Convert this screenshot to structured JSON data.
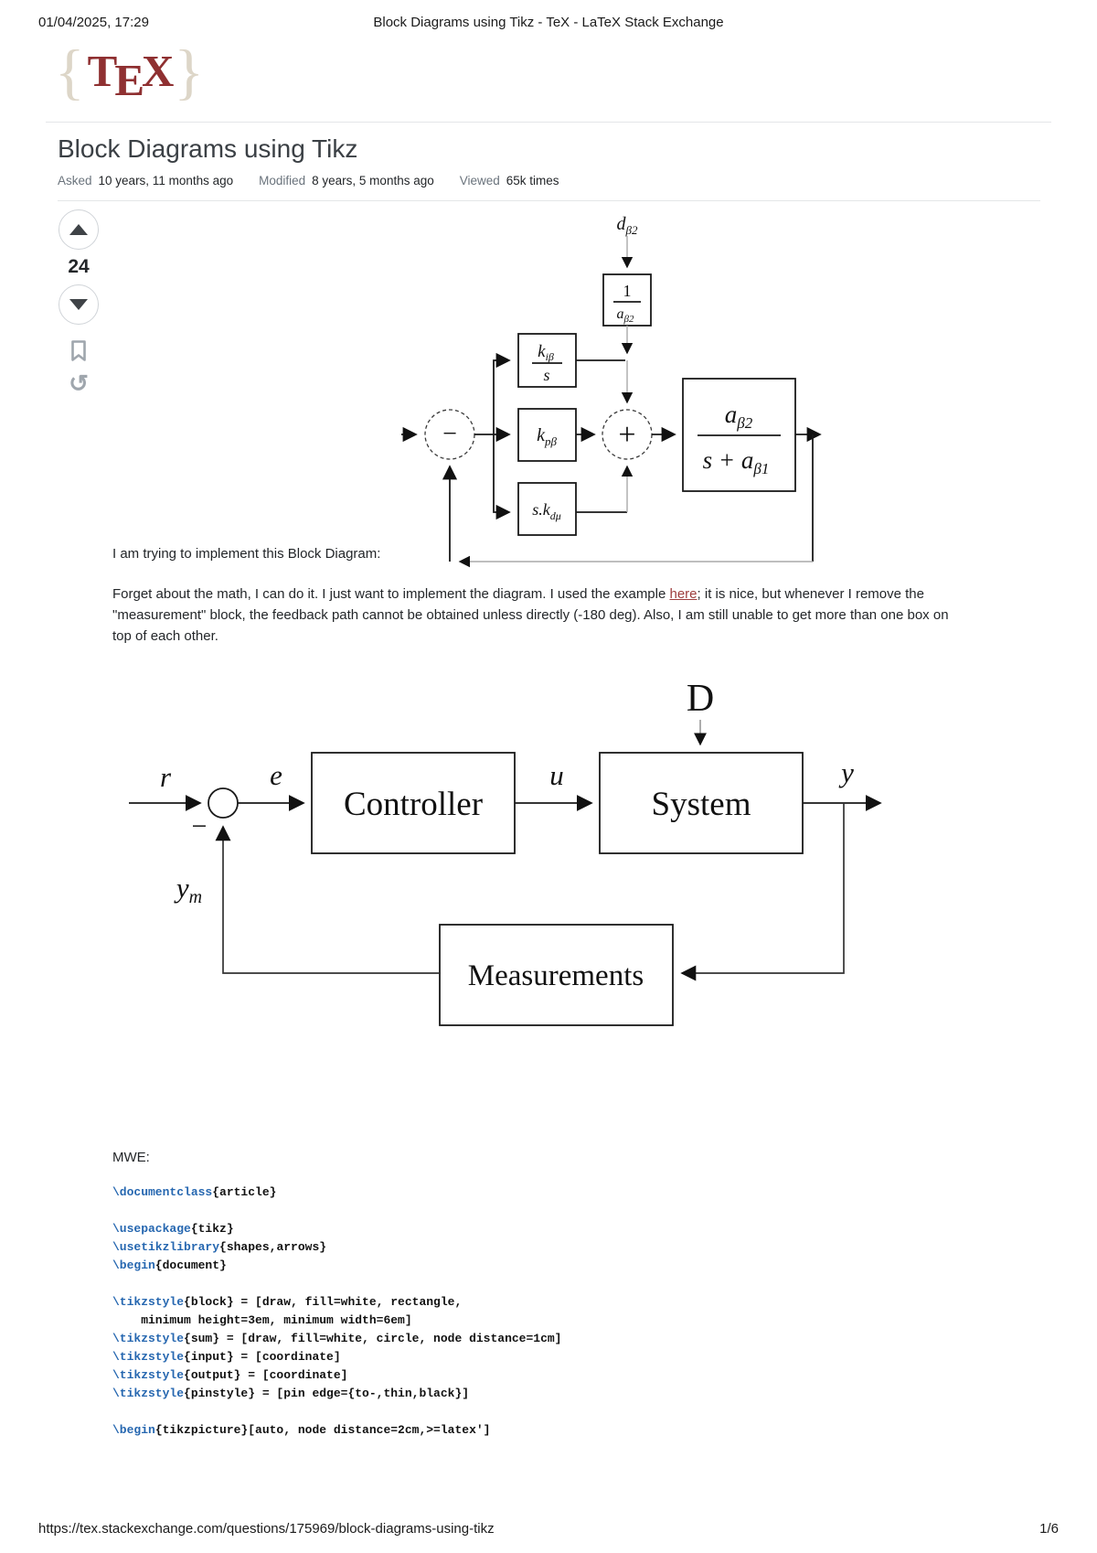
{
  "print_header": {
    "datetime": "01/04/2025, 17:29",
    "title": "Block Diagrams using Tikz - TeX - LaTeX Stack Exchange"
  },
  "logo": {
    "brace_left": "{",
    "tex_t": "T",
    "tex_e": "E",
    "tex_x": "X",
    "brace_right": "}"
  },
  "question": {
    "title": "Block Diagrams using Tikz",
    "stats": [
      {
        "label": "Asked",
        "value": "10 years, 11 months ago"
      },
      {
        "label": "Modified",
        "value": "8 years, 5 months ago"
      },
      {
        "label": "Viewed",
        "value": "65k times"
      }
    ],
    "vote_count": "24"
  },
  "body": {
    "intro": "I am trying to implement this Block Diagram:",
    "para_line1_pre": "Forget about the math, I can do it. I just want to implement the diagram. I used the example ",
    "link_text": "here",
    "para_line1_post": "; it is nice, but whenever I remove the",
    "para_line2": "\"measurement\" block, the feedback path cannot be obtained unless directly (-180 deg). Also, I am still unable to get more than one box on",
    "para_line3": "top of each other.",
    "mwe_label": "MWE:"
  },
  "diagram1": {
    "disturbance": {
      "base": "d",
      "sub": "β2"
    },
    "gain_block": {
      "num": "1",
      "den_base": "a",
      "den_sub": "β2"
    },
    "integral_block": {
      "num_base": "k",
      "num_sub": "iβ",
      "den": "s"
    },
    "proportional_block": {
      "base": "k",
      "sub": "pβ"
    },
    "derivative_block": {
      "base": "s.k",
      "sub": "dμ"
    },
    "plant_block": {
      "num_base": "a",
      "num_sub": "β2",
      "den_base": "s + a",
      "den_sub": "β1"
    },
    "sum_minus": "−",
    "sum_plus": "+"
  },
  "diagram2": {
    "disturbance": "D",
    "reference": "r",
    "error": "e",
    "control": "u",
    "output": "y",
    "measured": {
      "base": "y",
      "sub": "m"
    },
    "minus": "−",
    "controller": "Controller",
    "system": "System",
    "measurements": "Measurements"
  },
  "code": {
    "lines": [
      [
        {
          "c": "cmd",
          "t": "\\documentclass"
        },
        {
          "c": "arg",
          "t": "{article}"
        }
      ],
      [],
      [
        {
          "c": "cmd",
          "t": "\\usepackage"
        },
        {
          "c": "arg",
          "t": "{tikz}"
        }
      ],
      [
        {
          "c": "cmd",
          "t": "\\usetikzlibrary"
        },
        {
          "c": "arg",
          "t": "{shapes,arrows}"
        }
      ],
      [
        {
          "c": "cmd",
          "t": "\\begin"
        },
        {
          "c": "arg",
          "t": "{document}"
        }
      ],
      [],
      [
        {
          "c": "cmd",
          "t": "\\tikzstyle"
        },
        {
          "c": "arg",
          "t": "{block} = [draw, fill=white, rectangle,"
        }
      ],
      [
        {
          "c": "arg",
          "t": "    minimum height=3em, minimum width=6em]"
        }
      ],
      [
        {
          "c": "cmd",
          "t": "\\tikzstyle"
        },
        {
          "c": "arg",
          "t": "{sum} = [draw, fill=white, circle, node distance=1cm]"
        }
      ],
      [
        {
          "c": "cmd",
          "t": "\\tikzstyle"
        },
        {
          "c": "arg",
          "t": "{input} = [coordinate]"
        }
      ],
      [
        {
          "c": "cmd",
          "t": "\\tikzstyle"
        },
        {
          "c": "arg",
          "t": "{output} = [coordinate]"
        }
      ],
      [
        {
          "c": "cmd",
          "t": "\\tikzstyle"
        },
        {
          "c": "arg",
          "t": "{pinstyle} = [pin edge={to-,thin,black}]"
        }
      ],
      [],
      [
        {
          "c": "cmd",
          "t": "\\begin"
        },
        {
          "c": "arg",
          "t": "{tikzpicture}[auto, node distance=2cm,>=latex']"
        }
      ]
    ]
  },
  "footer": {
    "url": "https://tex.stackexchange.com/questions/175969/block-diagrams-using-tikz",
    "page_indicator": "1/6"
  },
  "colors": {
    "accent_red": "#8f3031",
    "link": "#9e3e3e",
    "code_command": "#2667b0",
    "separator": "#e4e6e8",
    "muted_text": "#6a737c"
  }
}
